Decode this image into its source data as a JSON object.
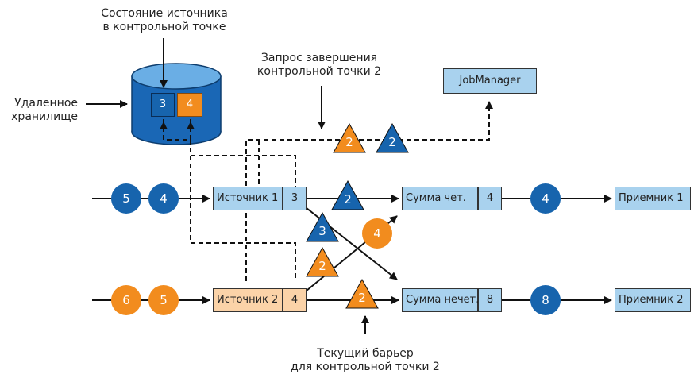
{
  "labels": {
    "source_state": [
      "Состояние источника",
      "в контрольной точке"
    ],
    "completion_request": [
      "Запрос завершения",
      "контрольной точки 2"
    ],
    "remote_storage": [
      "Удаленное",
      "хранилище"
    ],
    "current_barrier": [
      "Текущий барьер",
      "для контрольной точки 2"
    ]
  },
  "storage": {
    "cells": [
      "3",
      "4"
    ]
  },
  "jobmanager": {
    "label": "JobManager"
  },
  "source1": {
    "label": "Источник 1",
    "value": "3"
  },
  "source2": {
    "label": "Источник 2",
    "value": "4"
  },
  "sum_even": {
    "label": "Сумма чет.",
    "value": "4"
  },
  "sum_odd": {
    "label": "Сумма нечет.",
    "value": "8"
  },
  "sink1": {
    "label": "Приемник 1"
  },
  "sink2": {
    "label": "Приемник 2"
  },
  "records": {
    "in1": [
      "5",
      "4"
    ],
    "in2": [
      "6",
      "5"
    ],
    "out_even": "4",
    "out_odd": "8",
    "cross": "4"
  },
  "barriers": {
    "req_orange": "2",
    "req_blue": "2",
    "s1_even": "2",
    "s1_odd": "3",
    "s2_even": "2",
    "s2_odd": "2"
  },
  "colors": {
    "blue": "#1764ad",
    "orange": "#f28c1e",
    "light_blue": "#a9d2ee",
    "light_orange": "#fbd3a8",
    "storage_blue": "#1a67b5"
  }
}
